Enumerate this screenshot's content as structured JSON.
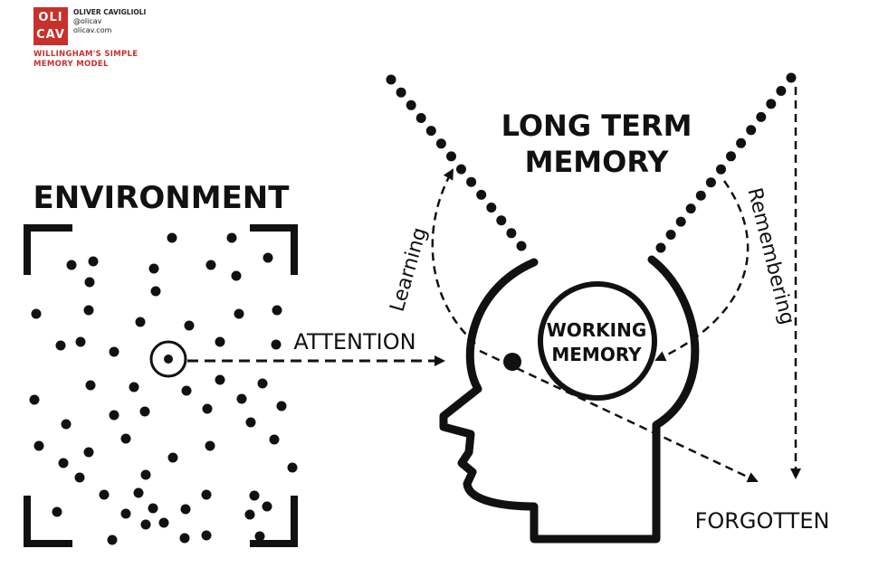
{
  "branding": {
    "logo_line1": "OLI",
    "logo_line2": "CAV",
    "author_name": "OLIVER CAVIGLIOLI",
    "handle": "@olicav",
    "website": "olicav.com",
    "subtitle_line1": "WILLINGHAM'S SIMPLE",
    "subtitle_line2": "MEMORY MODEL"
  },
  "labels": {
    "environment": "ENVIRONMENT",
    "long_term_line1": "LONG TERM",
    "long_term_line2": "MEMORY",
    "working_line1": "WORKING",
    "working_line2": "MEMORY",
    "attention": "ATTENTION",
    "learning": "Learning",
    "remembering": "Remembering",
    "forgotten": "FORGOTTEN"
  },
  "colors": {
    "ink": "#111111",
    "accent": "#c8302c"
  }
}
